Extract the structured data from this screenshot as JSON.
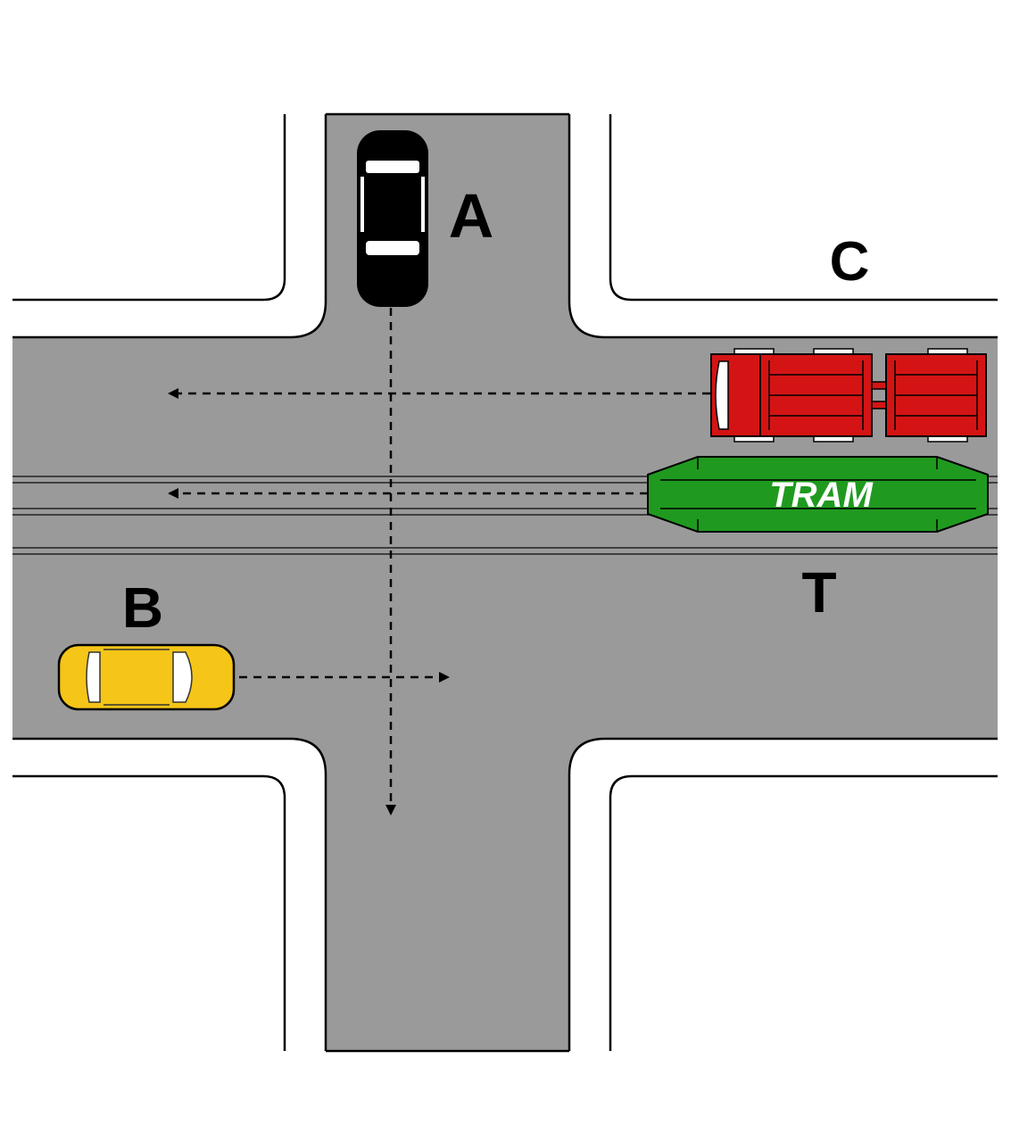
{
  "labels": {
    "car_a": "A",
    "car_b": "B",
    "truck_c": "C",
    "tram_t": "T",
    "tram_text": "TRAM"
  },
  "colors": {
    "road": "#9a9a9a",
    "curb": "#000000",
    "background": "#ffffff",
    "car_a": "#000000",
    "car_b": "#f5c518",
    "truck": "#d41414",
    "tram": "#1f9a1f",
    "arrow": "#000000"
  },
  "vehicles": [
    {
      "id": "A",
      "type": "car",
      "color": "black",
      "direction": "south"
    },
    {
      "id": "B",
      "type": "car",
      "color": "yellow",
      "direction": "east"
    },
    {
      "id": "C",
      "type": "truck-with-trailer",
      "color": "red",
      "direction": "west"
    },
    {
      "id": "T",
      "type": "tram",
      "color": "green",
      "direction": "west"
    }
  ]
}
